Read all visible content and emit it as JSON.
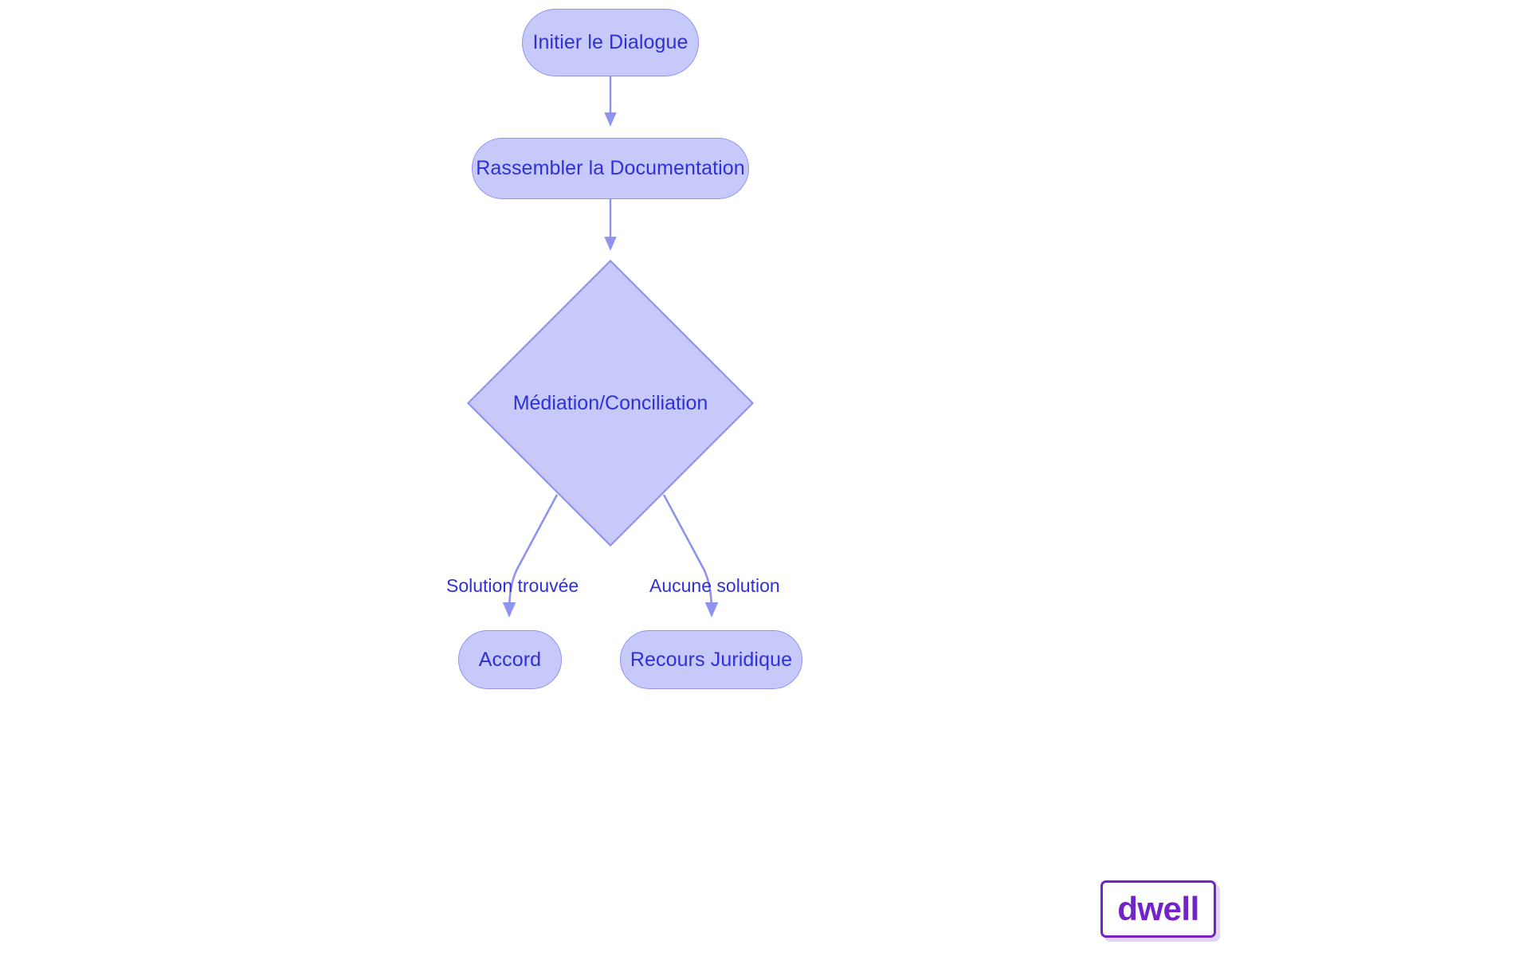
{
  "diagram": {
    "type": "flowchart",
    "direction": "top-to-bottom",
    "nodes": [
      {
        "id": "initier",
        "label": "Initier le Dialogue",
        "shape": "rounded-pill"
      },
      {
        "id": "rassembler",
        "label": "Rassembler la Documentation",
        "shape": "rounded-pill"
      },
      {
        "id": "mediation",
        "label": "Médiation/Conciliation",
        "shape": "diamond"
      },
      {
        "id": "accord",
        "label": "Accord",
        "shape": "rounded-pill"
      },
      {
        "id": "recours",
        "label": "Recours Juridique",
        "shape": "rounded-pill"
      }
    ],
    "edges": [
      {
        "from": "initier",
        "to": "rassembler",
        "label": ""
      },
      {
        "from": "rassembler",
        "to": "mediation",
        "label": ""
      },
      {
        "from": "mediation",
        "to": "accord",
        "label": "Solution trouvée"
      },
      {
        "from": "mediation",
        "to": "recours",
        "label": "Aucune solution"
      }
    ],
    "edge_labels": {
      "solution_trouvee": "Solution trouvée",
      "aucune_solution": "Aucune solution"
    }
  },
  "brand": {
    "name": "dwell"
  },
  "colors": {
    "node_fill": "#c7c9fa",
    "node_border": "#8f92ee",
    "node_text": "#2f30d6",
    "edge_stroke": "#8f92ee",
    "label_text": "#2f30d6",
    "brand_accent": "#7423c9",
    "background": "#ffffff"
  }
}
